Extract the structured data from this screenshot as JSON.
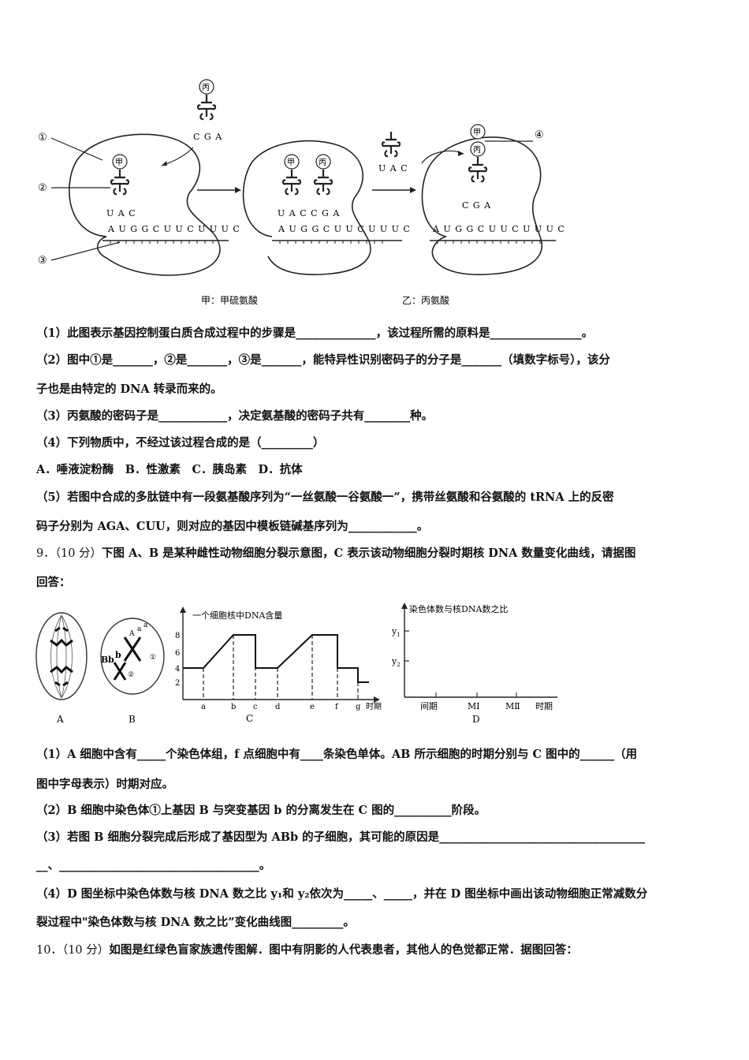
{
  "fig1": {
    "labels": [
      "①",
      "②",
      "③",
      "④"
    ],
    "amino": {
      "jia": "甲",
      "bing": "丙"
    },
    "anticodons": {
      "cga": "C G A",
      "uac": "U A C",
      "uaccga": "U A C C G A"
    },
    "mrna": "A U G G C U U C U U U C",
    "caption_left": "甲：甲硫氨酸",
    "caption_right": "乙：丙氨酸"
  },
  "q8": {
    "l1": "（1）此图表示基因控制蛋白质合成过程中的步骤是______________，该过程所需的原料是________________。",
    "l2": "（2）图中①是_______，②是_______，③是_______，能特异性识别密码子的分子是_______（填数字标号），该分",
    "l3": "子也是由特定的 DNA 转录而来的。",
    "l4": "（3）丙氨酸的密码子是____________，决定氨基酸的密码子共有________种。",
    "l5": "（4）下列物质中，不经过该过程合成的是（_________）",
    "l6": "A．唾液淀粉酶　B．性激素　C．胰岛素　D．抗体",
    "l7": "（5）若图中合成的多肽链中有一段氨基酸序列为“一丝氨酸一谷氨酸一”，携带丝氨酸和谷氨酸的 tRNA 上的反密",
    "l8": "码子分别为 AGA、CUU，则对应的基因中模板链碱基序列为____________。"
  },
  "q9": {
    "num": "9．（10 分）",
    "l1": "下图 A、B 是某种雌性动物细胞分裂示意图，C 表示该动物细胞分裂时期核 DNA 数量变化曲线，请据图",
    "l2": "回答：",
    "figA": "A",
    "figB": "B",
    "figB_genes": {
      "a1": "a",
      "a2": "a",
      "A": "A",
      "B": "B",
      "b1": "b",
      "b2": "b",
      "c1": "①",
      "c2": "②"
    },
    "figC": {
      "label": "C",
      "title": "一个细胞核中DNA含量",
      "yticks": [
        "8",
        "6",
        "4",
        "2"
      ],
      "xticks": [
        "a",
        "b",
        "c",
        "d",
        "e",
        "f",
        "g"
      ],
      "xunit": "时期"
    },
    "figD": {
      "label": "D",
      "title": "染色体数与核DNA数之比",
      "y1": "y",
      "y1s": "1",
      "y2": "y",
      "y2s": "2",
      "xticks": [
        "间期",
        "MⅠ",
        "MⅡ",
        "时期"
      ]
    },
    "a1": "（1）A 细胞中含有_____个染色体组，f 点细胞中有____条染色单体。AB 所示细胞的时期分别与 C 图中的______（用",
    "a2": "图中字母表示）时期对应。",
    "a3": "（2）B 细胞中染色体①上基因 B 与突变基因 b 的分离发生在 C 图的__________阶段。",
    "a4": "（3）若图 B 细胞分裂完成后形成了基因型为 ABb 的子细胞，其可能的原因是____________________________________",
    "a5": "__、___________________________________。",
    "a6": "（4）D 图坐标中染色体数与核 DNA 数之比 y₁和 y₂依次为_____、_____，并在 D 图坐标中画出该动物细胞正常减数分",
    "a7": "裂过程中\"染色体数与核 DNA 数之比”变化曲线图_________。"
  },
  "q10": {
    "num": "10．（10 分）",
    "l1": "如图是红绿色盲家族遗传图解．图中有阴影的人代表患者，其他人的色觉都正常．据图回答："
  }
}
